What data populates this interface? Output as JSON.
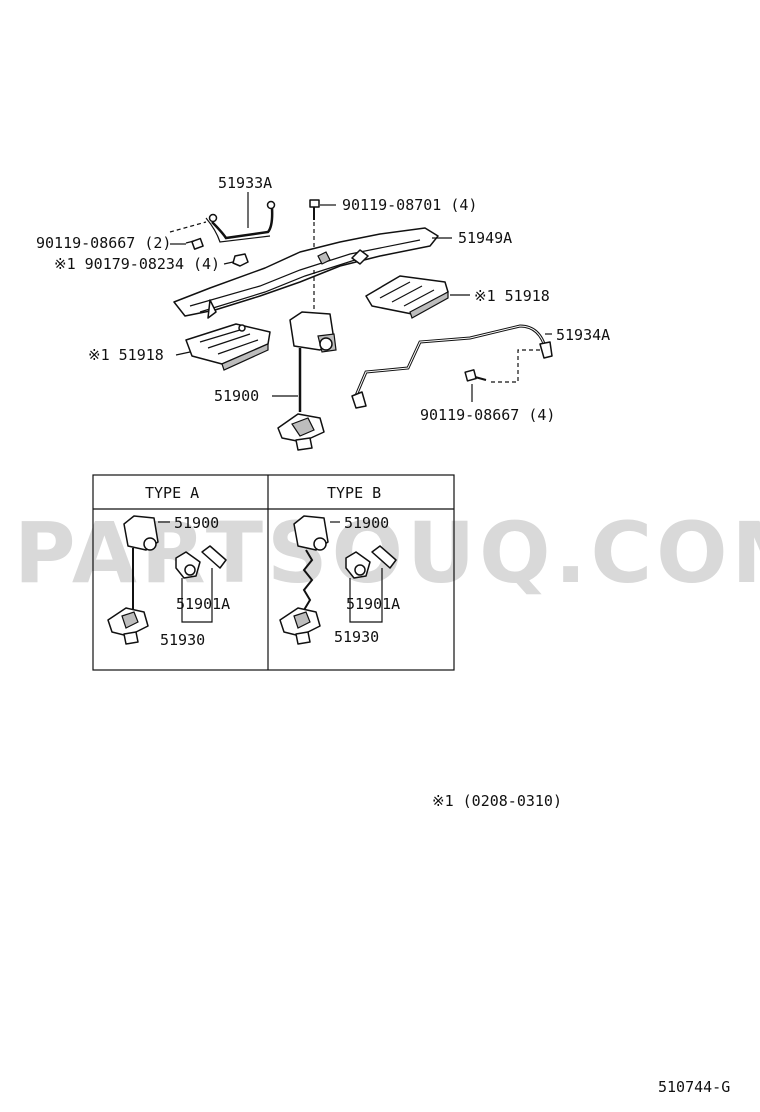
{
  "watermark": "PARTSOUQ.COM",
  "callouts": {
    "c51933A": "51933A",
    "c90119_08701": "90119-08701 (4)",
    "c51949A": "51949A",
    "c90119_08667_2": "90119-08667 (2)",
    "c90179_08234": "※1 90179-08234 (4)",
    "c51918_right": "※1 51918",
    "c51934A": "51934A",
    "c51918_left": "※1 51918",
    "c51900_main": "51900",
    "c90119_08667_4": "90119-08667 (4)"
  },
  "types_table": {
    "type_a": {
      "header": "TYPE A",
      "label_51900": "51900",
      "label_51901A": "51901A",
      "label_51930": "51930"
    },
    "type_b": {
      "header": "TYPE B",
      "label_51900": "51900",
      "label_51901A": "51901A",
      "label_51930": "51930"
    }
  },
  "footnote": "※1 (0208-0310)",
  "diagram_code": "510744-G"
}
